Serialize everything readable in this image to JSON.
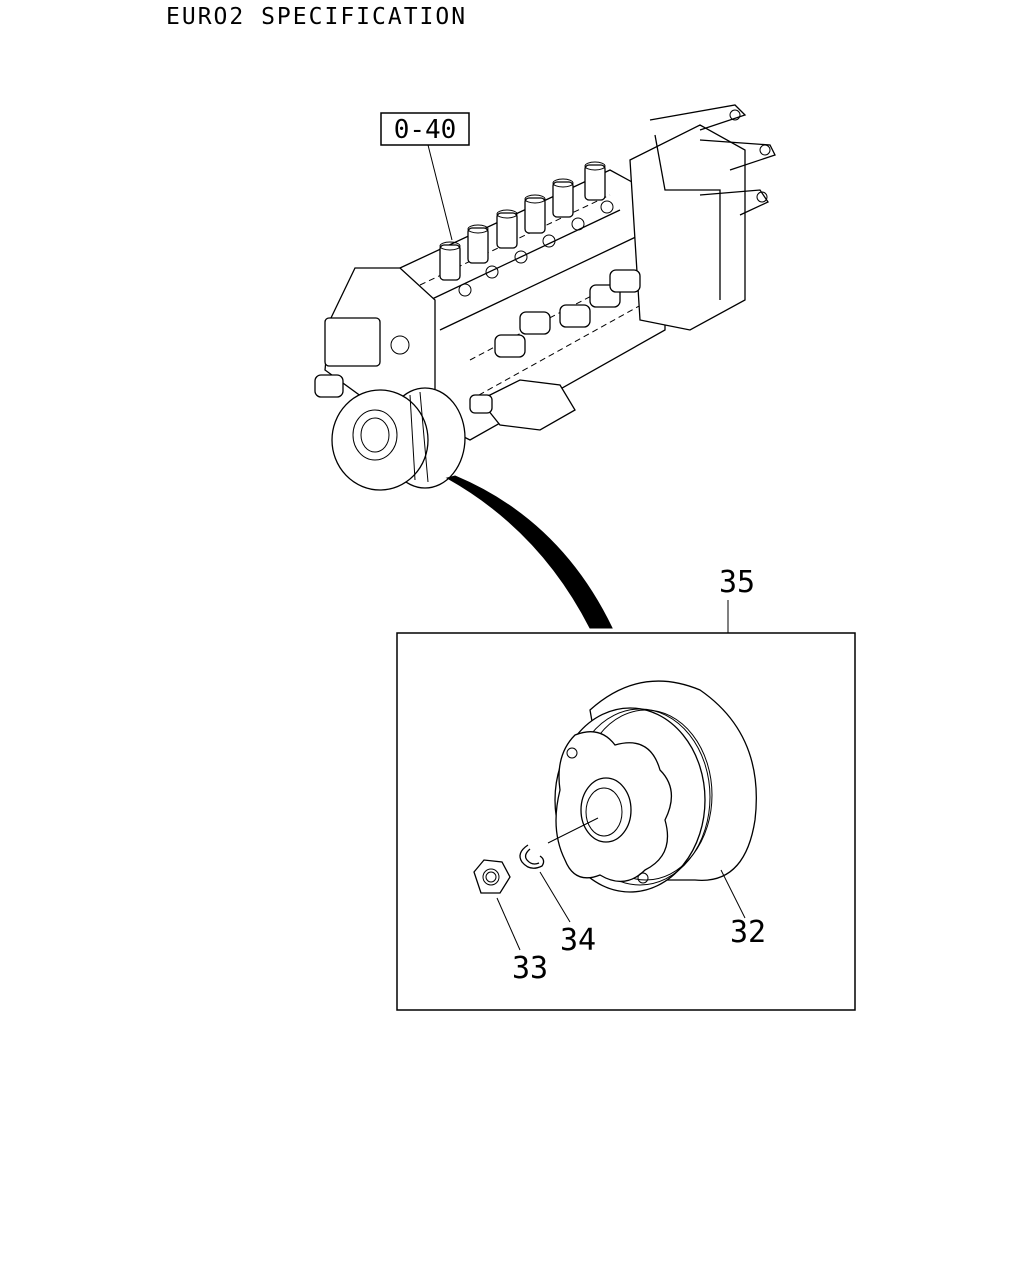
{
  "header": {
    "title": "EURO2 SPECIFICATION"
  },
  "reference_box": {
    "label": "0-40"
  },
  "callouts": {
    "assembly": "35",
    "coupling": "32",
    "nut": "33",
    "washer": "34"
  }
}
